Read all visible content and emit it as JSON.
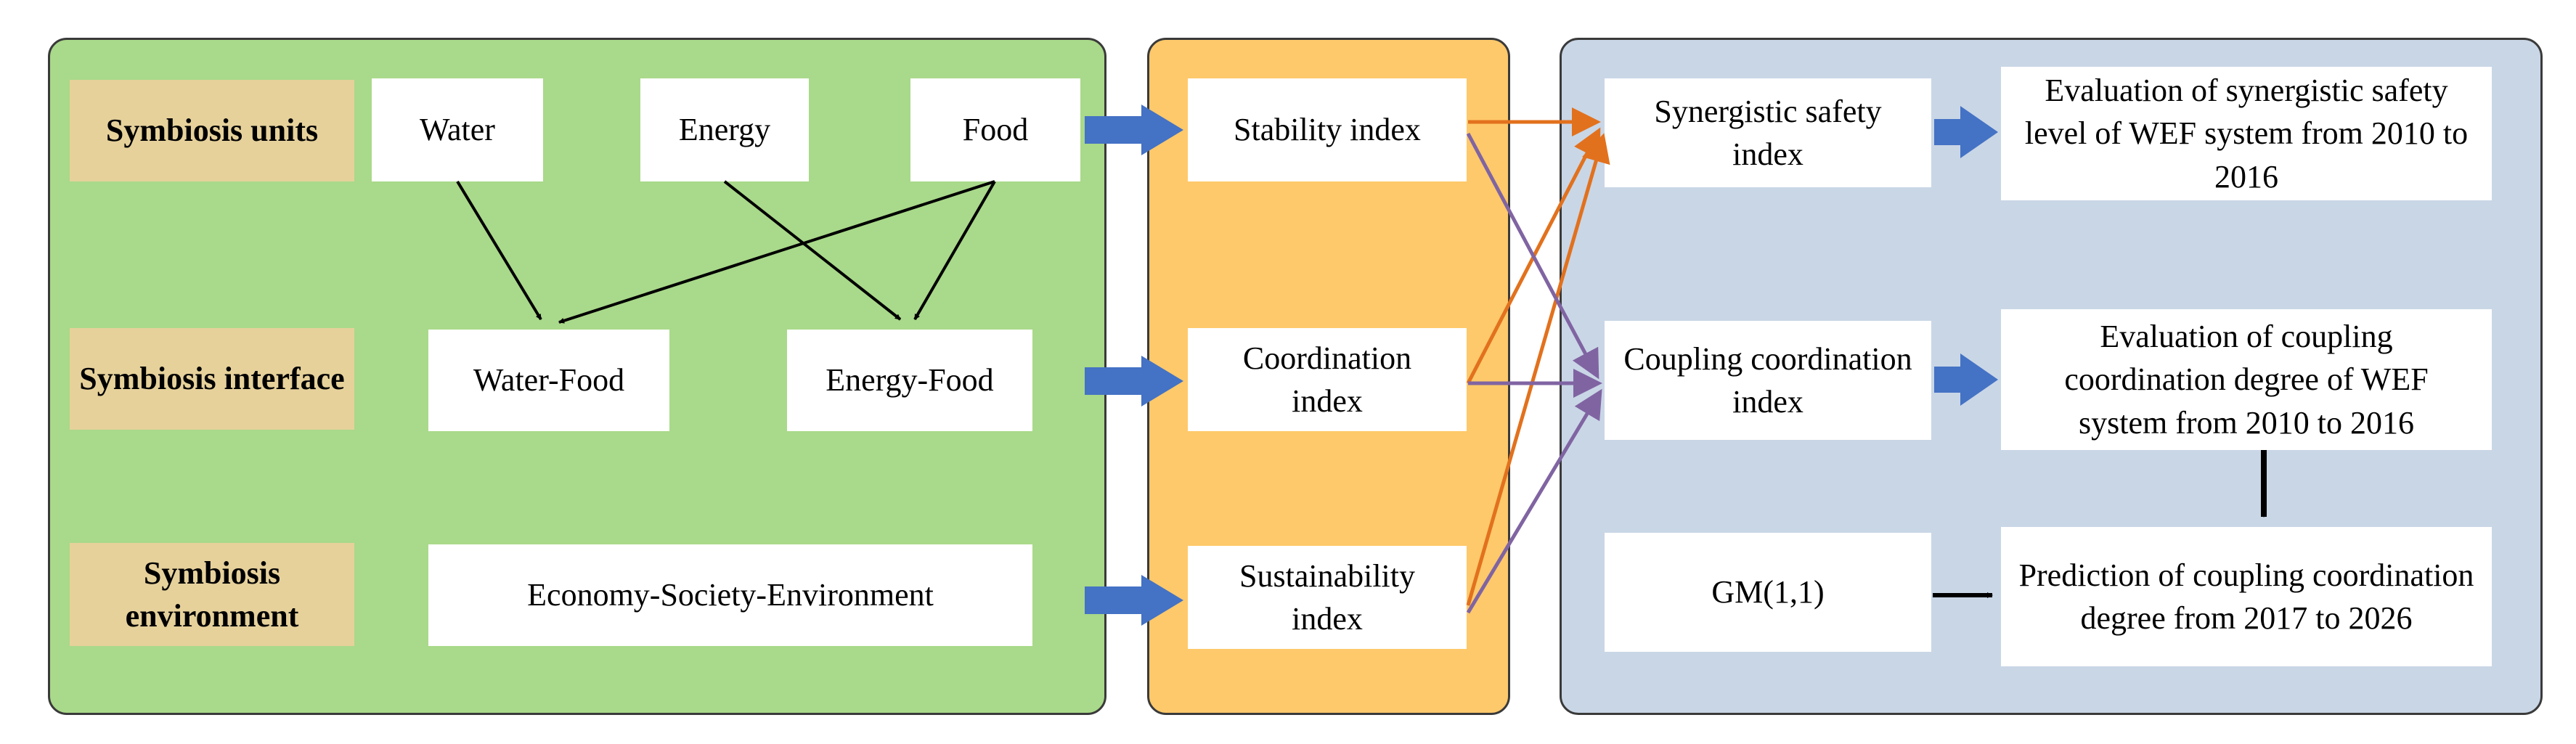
{
  "layers": {
    "units_label": "Symbiosis units",
    "interface_label": "Symbiosis interface",
    "environment_label": "Symbiosis environment"
  },
  "units": {
    "water": "Water",
    "energy": "Energy",
    "food": "Food"
  },
  "interface": {
    "water_food": "Water-Food",
    "energy_food": "Energy-Food"
  },
  "environment": {
    "economy": "Economy-Society-Environment"
  },
  "indices": {
    "stability": "Stability index",
    "coordination": "Coordination index",
    "sustainability": "Sustainability index"
  },
  "evaluation": {
    "synergistic_safety": "Synergistic safety index",
    "coupling_coordination": "Coupling coordination index",
    "gm": "GM(1,1)",
    "eval_safety": "Evaluation of synergistic safety level of WEF system from 2010 to 2016",
    "eval_coupling": "Evaluation of coupling coordination degree of WEF system from 2010 to 2016",
    "prediction": "Prediction of coupling coordination degree from 2017 to 2026"
  },
  "colors": {
    "green_panel": "#a9d98a",
    "orange_panel": "#fec96a",
    "blue_panel": "#c9d6e6",
    "label_fill": "#e6d19b",
    "blue_arrow": "#4472c4",
    "orange_arrow": "#e2711d",
    "purple_arrow": "#8064a2"
  }
}
